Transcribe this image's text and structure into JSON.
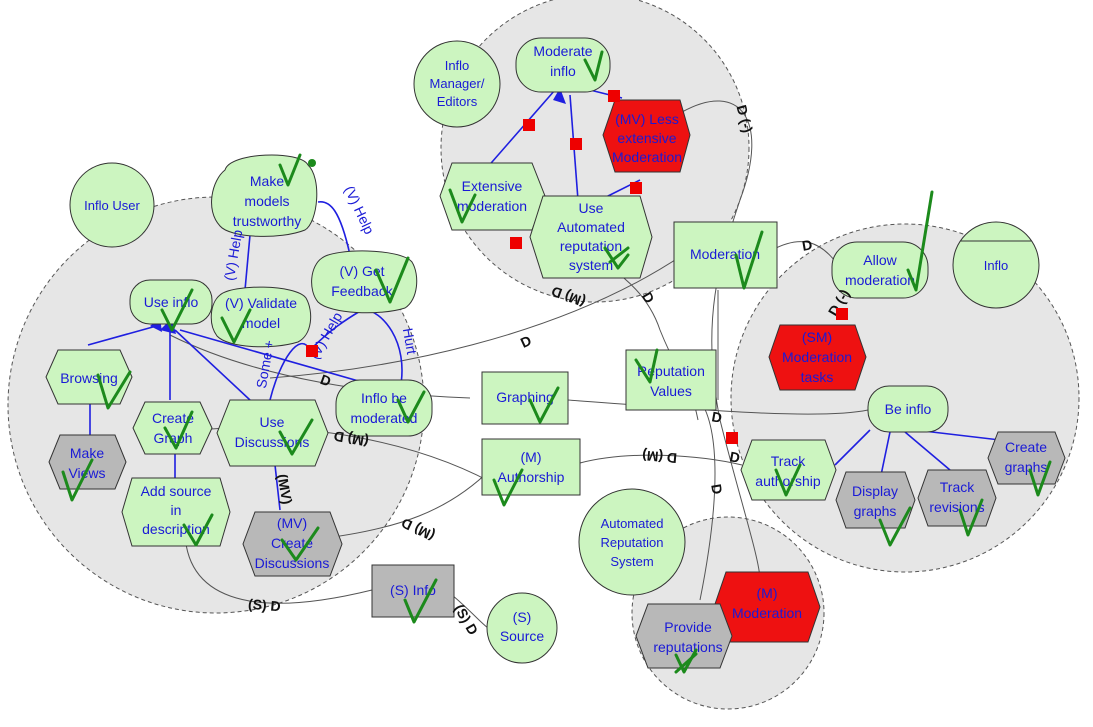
{
  "actors": {
    "inflo_user": "Inflo User",
    "inflo_manager": [
      "Inflo",
      "Manager/",
      "Editors"
    ],
    "inflo": "Inflo",
    "automated_reputation_system": [
      "Automated",
      "Reputation",
      "System"
    ]
  },
  "elements": {
    "make_models": [
      "Make",
      "models",
      "trustworthy"
    ],
    "get_feedback": [
      "(V) Get",
      "Feedback"
    ],
    "validate_model": [
      "(V) Validate",
      "model"
    ],
    "use_inflo": "Use inflo",
    "browsing": "Browsing",
    "create_graph": [
      "Create",
      "Graph"
    ],
    "use_discussions": [
      "Use",
      "Discussions"
    ],
    "inflo_be_moderated": [
      "Inflo be",
      "moderated"
    ],
    "make_views": [
      "Make",
      "Views"
    ],
    "add_source": [
      "Add source",
      "in",
      "description"
    ],
    "mv_create_discussions": [
      "(MV)",
      "Create",
      "Discussions"
    ],
    "moderate_inflo": [
      "Moderate",
      "inflo"
    ],
    "mv_less_extensive": [
      "(MV) Less",
      "extensive",
      "Moderation"
    ],
    "extensive_moderation": [
      "Extensive",
      "moderation"
    ],
    "use_automated": [
      "Use",
      "Automated",
      "reputation",
      "system"
    ],
    "moderation": "Moderation",
    "reputation_values": [
      "Reputation",
      "Values"
    ],
    "graphing": "Graphing",
    "m_authorship": [
      "(M)",
      "Authorship"
    ],
    "s_info": "(S) Info",
    "s_source": [
      "(S)",
      "Source"
    ],
    "allow_moderation": [
      "Allow",
      "moderation"
    ],
    "sm_moderation_tasks": [
      "(SM)",
      "Moderation",
      "tasks"
    ],
    "be_inflo": "Be inflo",
    "track_authorship": [
      "Track",
      "authorship"
    ],
    "create_graphs": [
      "Create",
      "graphs"
    ],
    "display_graphs": [
      "Display",
      "graphs"
    ],
    "track_revisions": [
      "Track",
      "revisions"
    ],
    "m_moderation": [
      "(M)",
      "Moderation"
    ],
    "provide_reputations": [
      "Provide",
      "reputations"
    ]
  },
  "link_labels": {
    "v_help_1": "(V) Help",
    "v_help_2": "(V) Help",
    "v_help_3": "(V) Help",
    "some_plus": "Some +",
    "hurt": "Hurt",
    "mv_1": "(MV)",
    "d_1": "D",
    "d_2": "D",
    "d_3": "D",
    "d_4": "D",
    "d_5": "D",
    "d_6": "D",
    "d_7": "D",
    "m_d_1": "(M) D",
    "m_d_2": "(M) D",
    "m_d_3": "(M) D",
    "m_d_4": "D (M)",
    "s_d_1": "(S) D",
    "s_d_2": "(S) D",
    "d_paren_1": "D (-)",
    "d_paren_2": "D (-)"
  }
}
